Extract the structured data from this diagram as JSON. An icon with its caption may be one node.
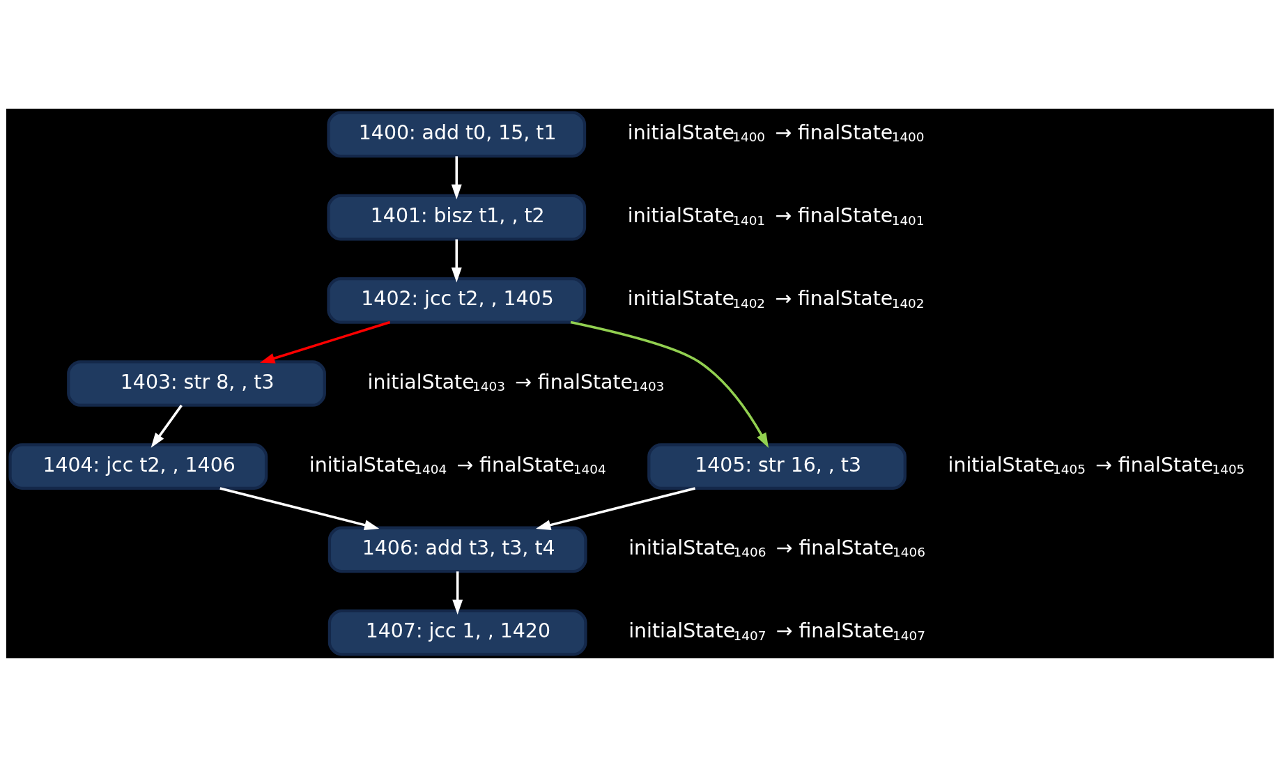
{
  "diagram": {
    "nodes": [
      {
        "text": [
          "1400: add t0, 15, t1"
        ],
        "beside": [
          "initialState$_{1400}$ → finalState$_{1400}$"
        ]
      },
      {
        "text": [
          "1401: bisz t1, , t2"
        ],
        "beside": [
          "initialState$_{1401}$ → finalState$_{1401}$"
        ]
      },
      {
        "text": [
          "1402: jcc t2, , 1405"
        ],
        "beside": [
          "initialState$_{1402}$ → finalState$_{1402}$"
        ]
      },
      {
        "text": [
          "1403: str 8, , t3"
        ],
        "beside": [
          "initialState$_{1403}$ → finalState$_{1403}$"
        ]
      },
      {
        "text": [
          "1405: str 16, , t3"
        ],
        "beside": [
          "initialState$_{1405}$ → finalState$_{1405}$"
        ]
      },
      {
        "text": [
          "1404: jcc t2, , 1406"
        ],
        "beside": [
          "initialState$_{1404}$ → finalState$_{1404}$"
        ]
      },
      {
        "text": [
          "1406: add t3, t3, t4"
        ],
        "beside": [
          "initialState$_{1406}$ → finalState$_{1406}$"
        ]
      },
      {
        "text": [
          "1407: jcc 1, , 1420"
        ],
        "beside": [
          "initialState$_{1407}$ → finalState$_{1407}$"
        ]
      }
    ],
    "edges": [
      {
        "from": 0,
        "to": 1,
        "arrow": "to"
      },
      {
        "from": 1,
        "to": 2,
        "arrow": "to"
      },
      {
        "from": 2,
        "to": 3,
        "arrow": "to",
        "color": "#ff0000"
      },
      {
        "from": 2,
        "to": 4,
        "arrow": "to",
        "color": "#92d050"
      },
      {
        "from": 3,
        "to": 5,
        "arrow": "to"
      },
      {
        "from": 5,
        "to": 6,
        "arrow": "to"
      },
      {
        "from": 4,
        "to": 6,
        "arrow": "to"
      },
      {
        "from": 6,
        "to": 7,
        "arrow": "to"
      }
    ]
  }
}
